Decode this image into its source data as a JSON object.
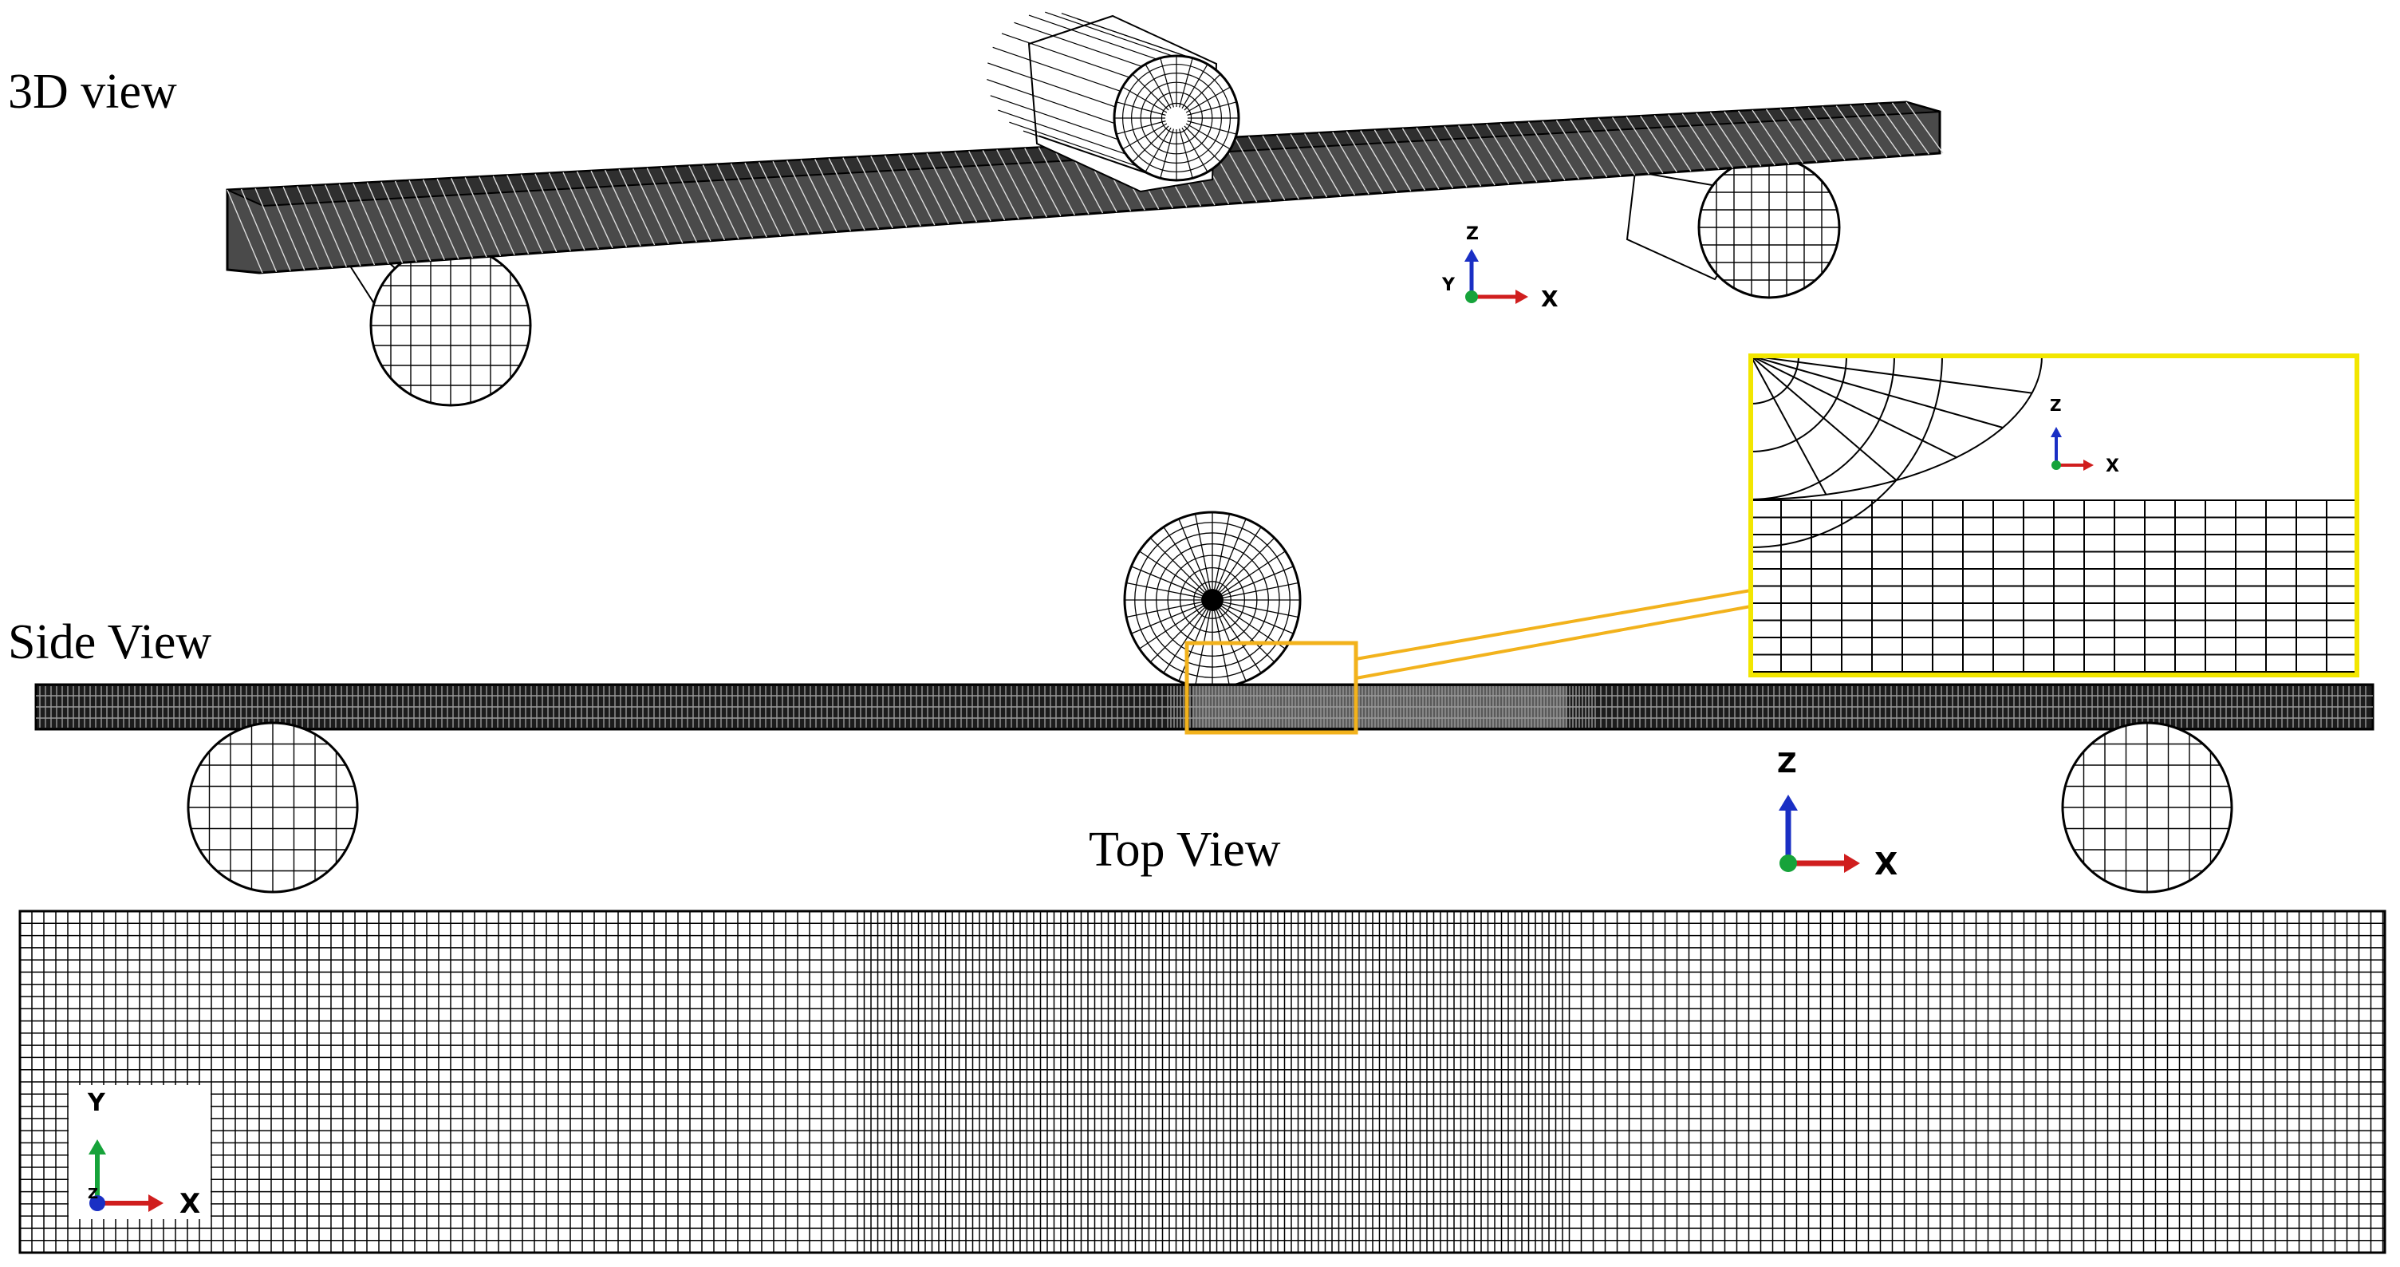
{
  "labels": {
    "view_3d": "3D view",
    "view_side": "Side View",
    "view_top": "Top View"
  },
  "triads": {
    "three_d": {
      "x": "X",
      "y": "Y",
      "z": "Z"
    },
    "zoom": {
      "x": "X",
      "z": "Z"
    },
    "side": {
      "x": "X",
      "z": "Z"
    },
    "top": {
      "x": "X",
      "y": "Y",
      "z": "Z"
    }
  },
  "colors": {
    "x_axis": "#d01e1e",
    "y_axis": "#16a33a",
    "z_axis": "#1a2fc4",
    "zoom_frame": "#f2e600",
    "zoom_callout": "#f2b21c",
    "mesh": "#000000"
  }
}
